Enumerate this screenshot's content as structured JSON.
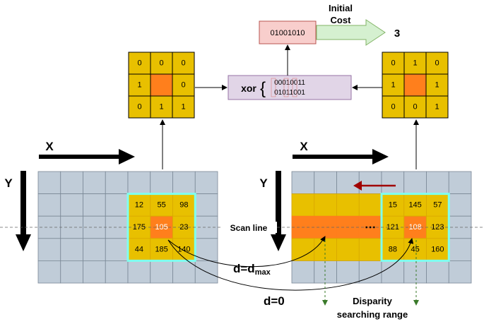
{
  "title": {
    "line1": "Initial",
    "line2": "Cost"
  },
  "cost_value": "3",
  "binary_box": "01001010",
  "xor": {
    "label": "xor",
    "row1": "00010011",
    "row2": "01011001"
  },
  "left_census": [
    "0",
    "0",
    "0",
    "1",
    "",
    "0",
    "0",
    "1",
    "1"
  ],
  "right_census": [
    "0",
    "1",
    "0",
    "1",
    "",
    "1",
    "0",
    "0",
    "1"
  ],
  "left_window": [
    "12",
    "55",
    "98",
    "175",
    "105",
    "23",
    "44",
    "185",
    "140"
  ],
  "right_window": [
    "15",
    "145",
    "57",
    "121",
    "108",
    "123",
    "88",
    "45",
    "160"
  ],
  "axis": {
    "x": "X",
    "y": "Y"
  },
  "scan_line": "Scan line",
  "d_max": {
    "main": "d=d",
    "sub": "max"
  },
  "d_zero": "d=0",
  "dots": "⋯",
  "disparity": {
    "line1": "Disparity",
    "line2": "searching range"
  },
  "colors": {
    "grid": "#c0ccd8",
    "yellow": "#e8c000",
    "orange": "#ff7f1c",
    "window_border": "#7fffee",
    "xor_box": "#e1d5e7",
    "binary_box": "#f8cecc",
    "arrow_green": "#d5f0d0",
    "red_arrow": "#a00000"
  }
}
